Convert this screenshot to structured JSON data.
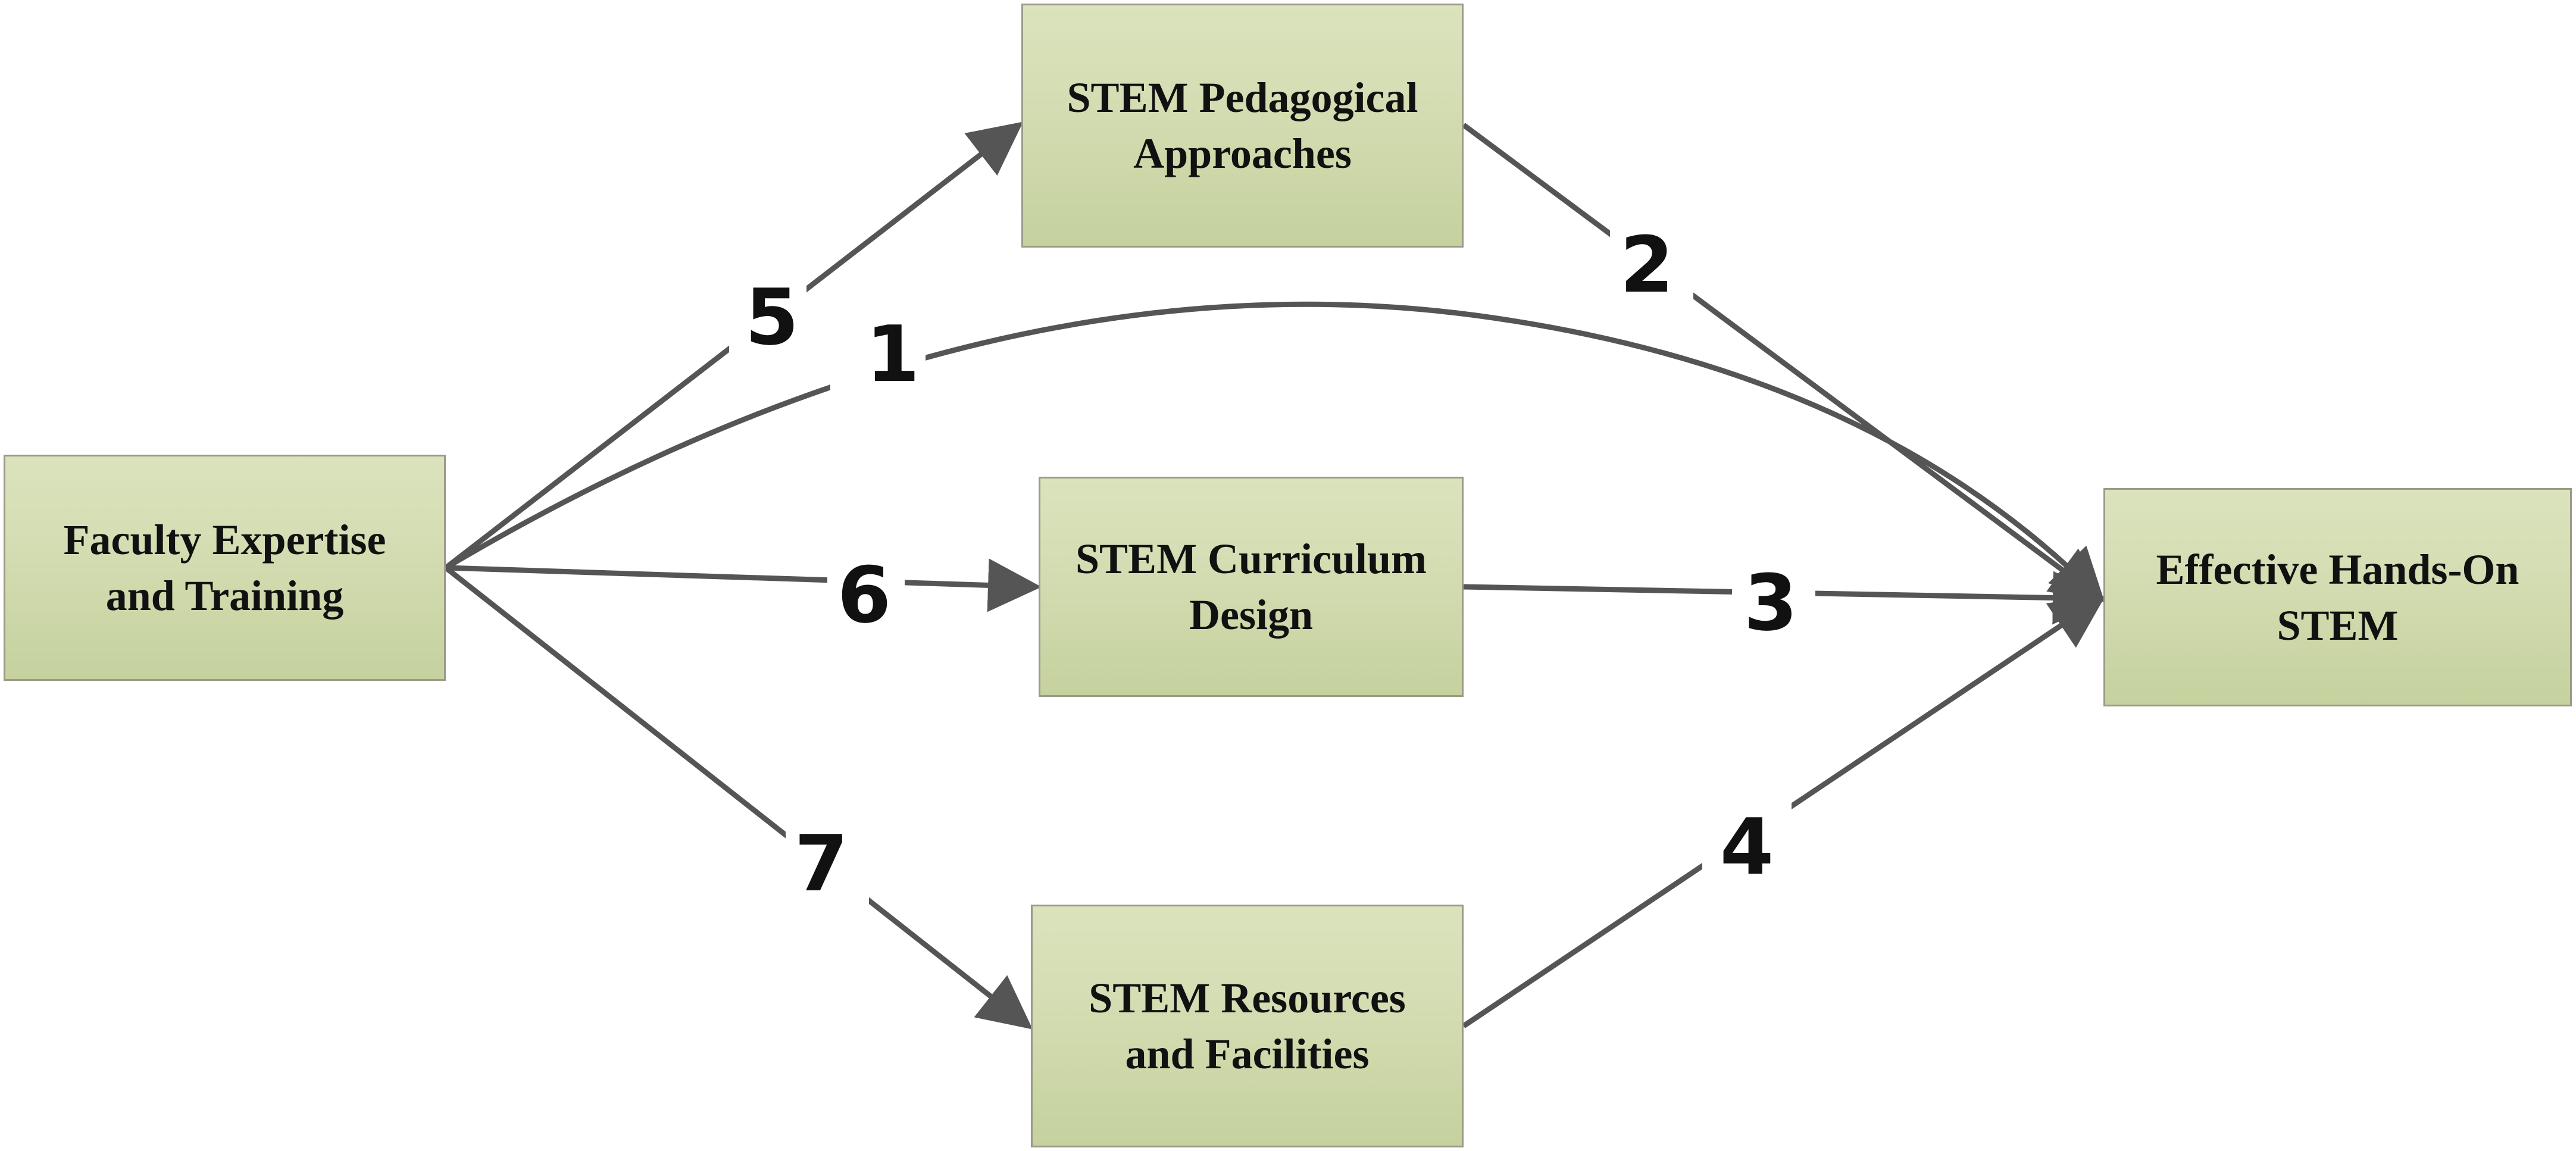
{
  "nodes": {
    "faculty": "Faculty Expertise\nand Training",
    "pedagogy": "STEM Pedagogical\nApproaches",
    "curriculum": "STEM Curriculum\nDesign",
    "resources": "STEM Resources\nand Facilities",
    "effective": "Effective Hands-On\nSTEM"
  },
  "edges": {
    "e1": "1",
    "e2": "2",
    "e3": "3",
    "e4": "4",
    "e5": "5",
    "e6": "6",
    "e7": "7"
  },
  "colors": {
    "arrow": "#555555",
    "box_fill_top": "#dbe3bd",
    "box_fill_bottom": "#c5d19e",
    "box_border": "#9a9a86"
  }
}
